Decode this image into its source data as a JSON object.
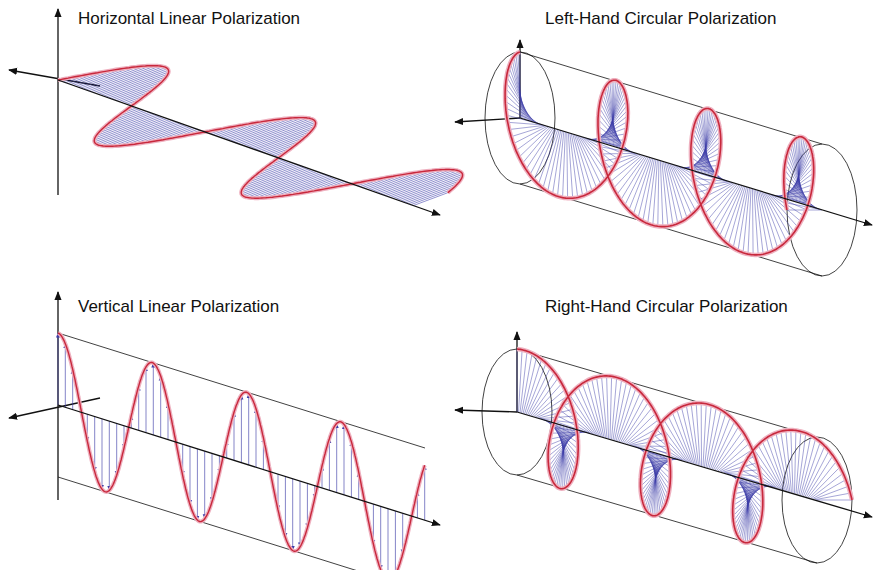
{
  "diagram": {
    "labels": [
      "Horizontal Linear Polarization",
      "Left-Hand Circular Polarization",
      "Vertical Linear Polarization",
      "Right-Hand Circular Polarization"
    ]
  }
}
